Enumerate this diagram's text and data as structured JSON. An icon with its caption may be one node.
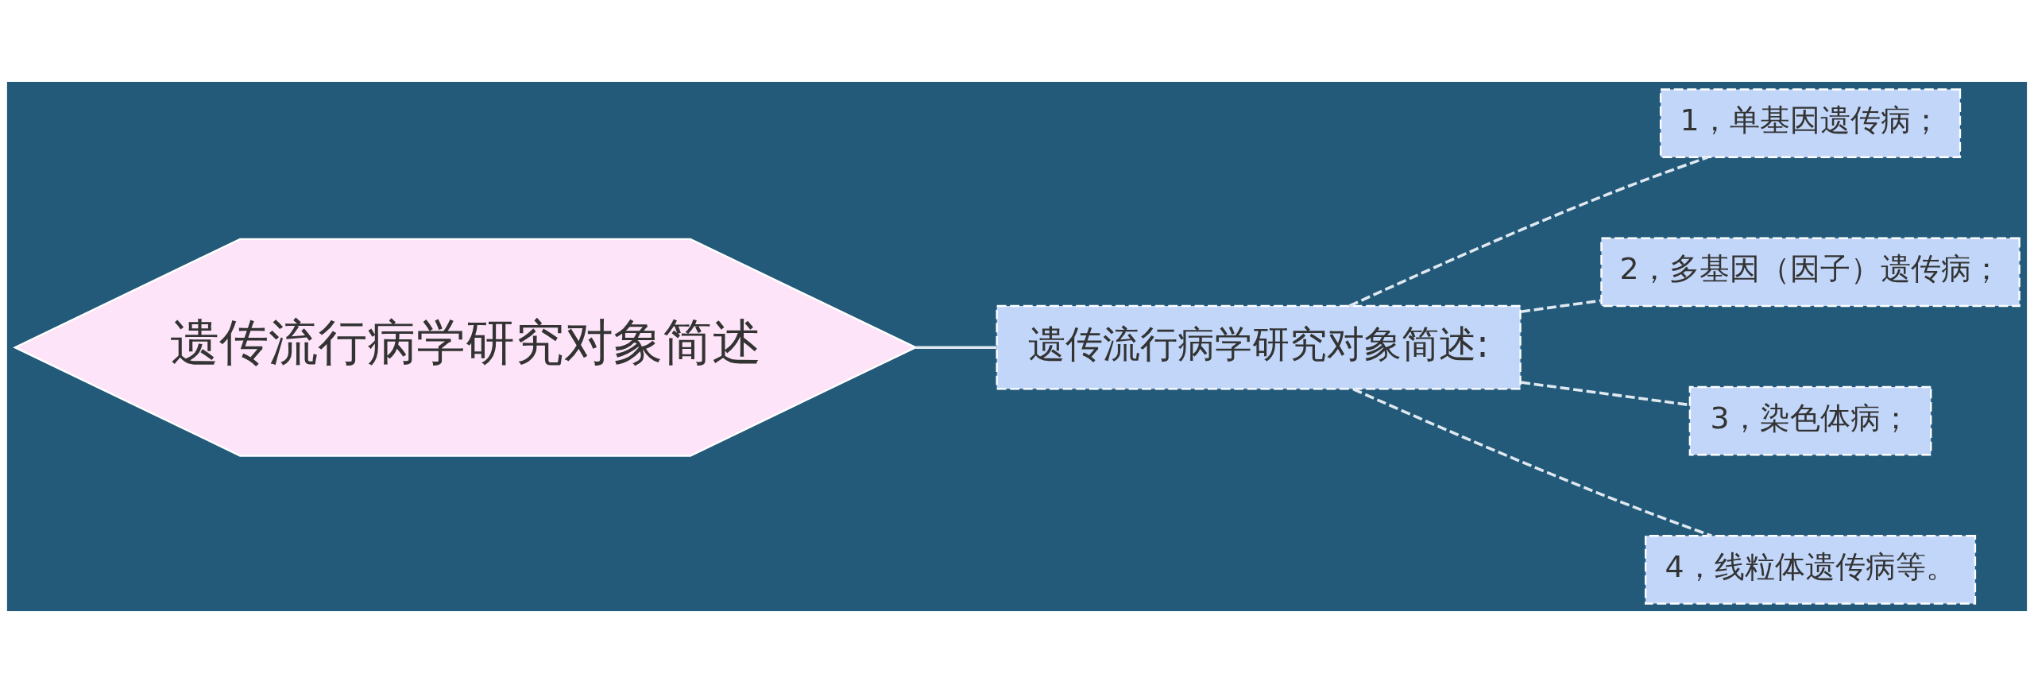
{
  "diagram": {
    "nodes": [
      {
        "text": [
          "遗传流行病学研究对象简述"
        ]
      },
      {
        "text": [
          "遗传流行病学研究对象简述:"
        ]
      },
      {
        "text": [
          "1，单基因遗传病；"
        ]
      },
      {
        "text": [
          "2，多基因（因子）遗传病；"
        ]
      },
      {
        "text": [
          "3，染色体病；"
        ]
      },
      {
        "text": [
          "4，线粒体遗传病等。"
        ]
      }
    ],
    "edges": [
      {
        "from": 0,
        "to": 1,
        "arrow": "none"
      },
      {
        "from": 1,
        "to": 2,
        "arrow": "none",
        "style": "dashed"
      },
      {
        "from": 1,
        "to": 3,
        "arrow": "none",
        "style": "dashed"
      },
      {
        "from": 1,
        "to": 4,
        "arrow": "none",
        "style": "dashed"
      },
      {
        "from": 1,
        "to": 5,
        "arrow": "none",
        "style": "dashed"
      }
    ]
  }
}
